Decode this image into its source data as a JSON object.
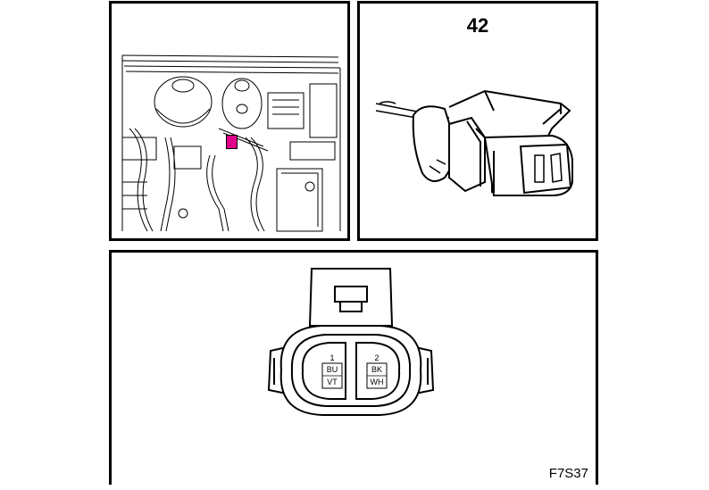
{
  "panels": {
    "engine_location": {
      "highlight_color": "#e0008a"
    },
    "connector_view": {
      "connector_number": "42"
    },
    "face_view": {
      "pins": [
        {
          "number": "1",
          "color_line1": "BU",
          "color_line2": "VT"
        },
        {
          "number": "2",
          "color_line1": "BK",
          "color_line2": "WH"
        }
      ]
    }
  },
  "figure_code": "F7S37"
}
